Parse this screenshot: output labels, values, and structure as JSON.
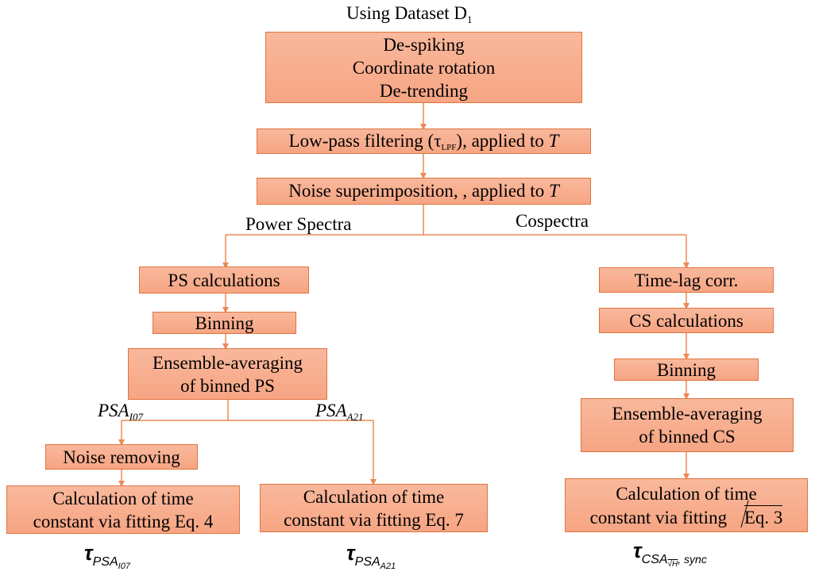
{
  "header": {
    "prefix": "Using Dataset D",
    "subscript": "1"
  },
  "boxes": {
    "pre_processing": [
      "De-spiking",
      "Coordinate rotation",
      "De-trending"
    ],
    "lowpass": {
      "text": "Low-pass filtering (τ",
      "sub": "LPF",
      "tail": "), applied to ",
      "var": "T"
    },
    "noise": {
      "text": "Noise superimposition, , applied to ",
      "var": "T"
    },
    "ps_calc": "PS calculations",
    "binning_left": "Binning",
    "ensemble_left": [
      "Ensemble-averaging",
      "of binned PS"
    ],
    "noise_removing": "Noise removing",
    "fit_eq4": [
      "Calculation of time",
      "constant via fitting Eq. 4"
    ],
    "fit_eq7": [
      "Calculation of time",
      "constant via fitting Eq. 7"
    ],
    "timelag": "Time-lag corr.",
    "cs_calc": "CS calculations",
    "binning_right": "Binning",
    "ensemble_right": [
      "Ensemble-averaging",
      "of binned CS"
    ],
    "fit_eq3": {
      "line1": "Calculation of time",
      "line2": "constant via fitting ",
      "radicand": "Eq. 3"
    }
  },
  "branch_labels": {
    "power_spectra": "Power Spectra",
    "cospectra": "Cospectra",
    "psa_i07": {
      "main": "PSA",
      "sub": "I07"
    },
    "psa_a21": {
      "main": "PSA",
      "sub": "A21"
    }
  },
  "outputs": {
    "tau1": {
      "symbol": "τ",
      "sub": "PSA",
      "subsub": "I07"
    },
    "tau2": {
      "symbol": "τ",
      "sub": "PSA",
      "subsub": "A21"
    },
    "tau3": {
      "symbol": "τ",
      "sub": "CSA",
      "root": "H",
      "tail": ", sync"
    }
  },
  "colors": {
    "box_fill": "#f8ad8d",
    "box_border": "#e0743e",
    "line": "#ec8a55"
  }
}
